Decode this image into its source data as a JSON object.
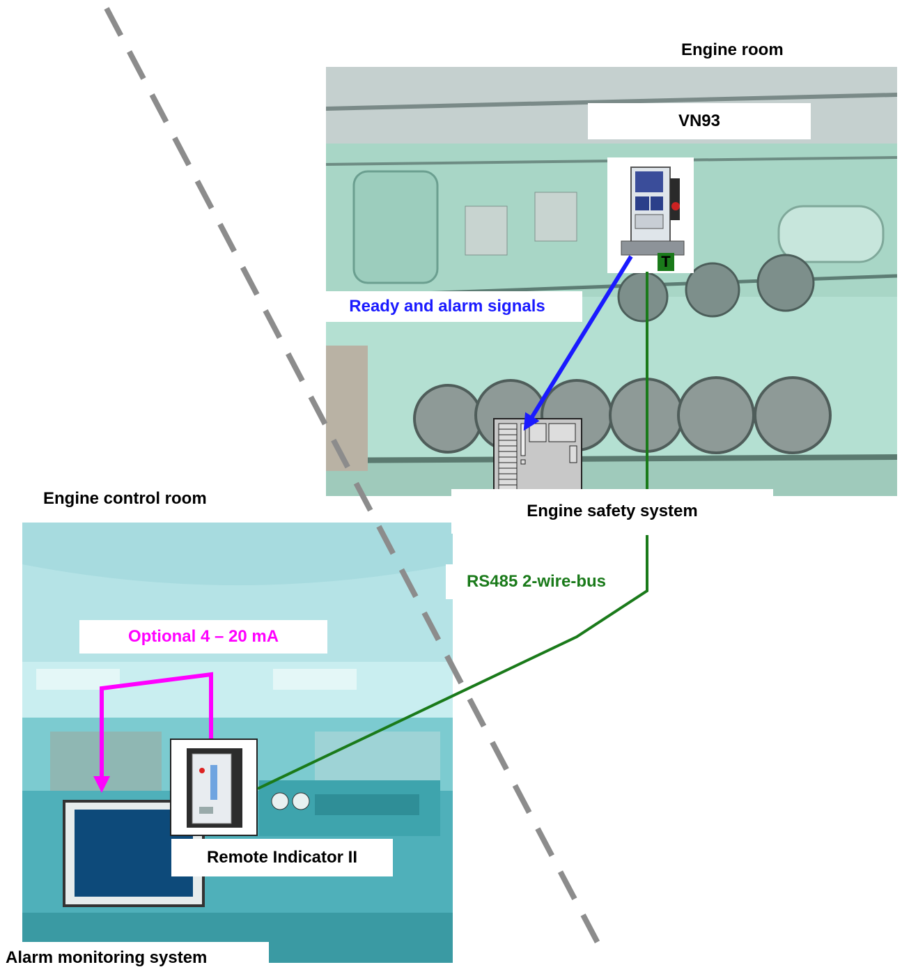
{
  "labels": {
    "engine_room": "Engine room",
    "vn93": "VN93",
    "ready_alarm": "Ready and alarm signals",
    "engine_safety": "Engine safety system",
    "engine_control_room": "Engine control room",
    "optional_ma": "Optional 4 – 20 mA",
    "rs485": "RS485 2-wire-bus",
    "remote_indicator": "Remote Indicator II",
    "alarm_monitoring": "Alarm monitoring system",
    "terminal_marker": "T"
  },
  "colors": {
    "ready_alarm": "#1a1aff",
    "bus": "#1a7a1a",
    "optional": "#ff00ff",
    "divider": "#8c8c8c"
  }
}
